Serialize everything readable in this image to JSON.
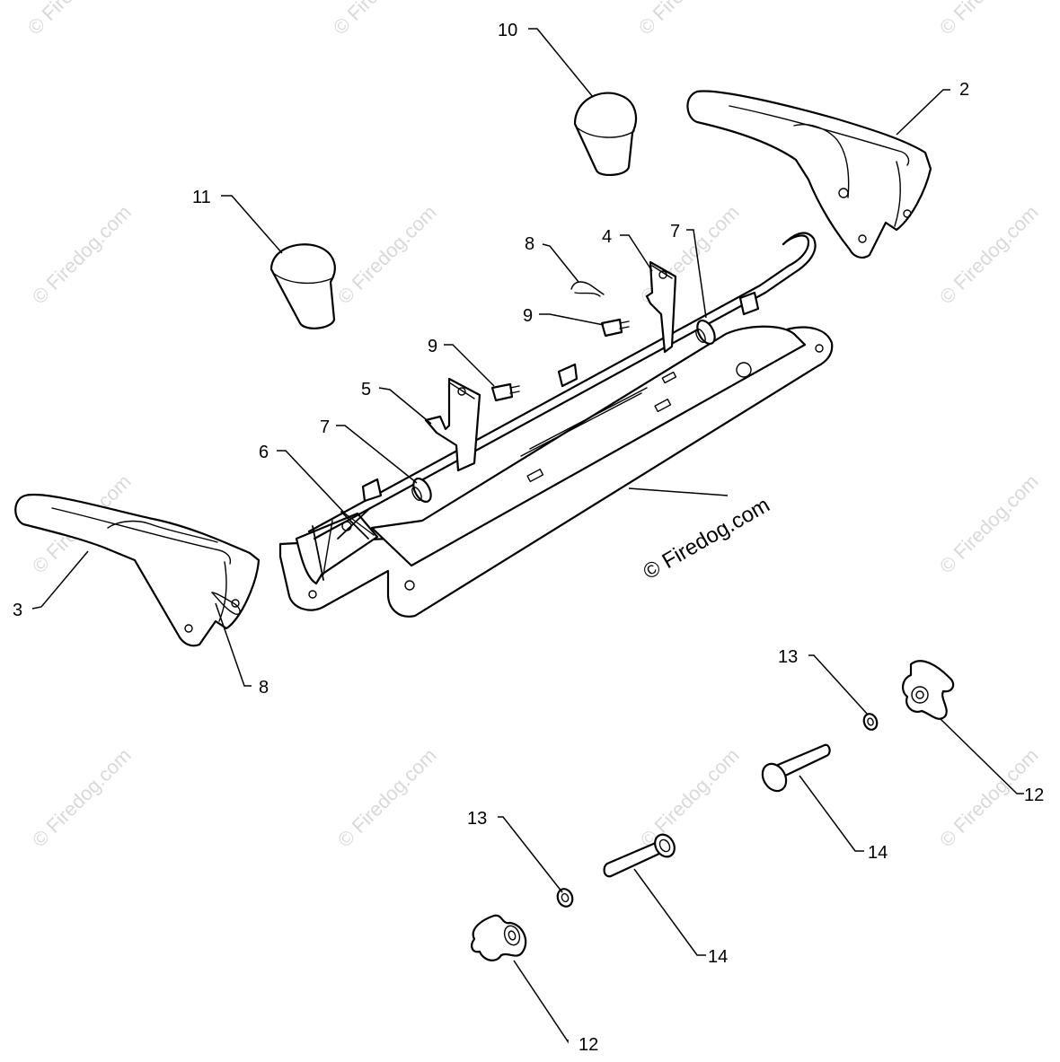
{
  "watermark": {
    "text": "© Firedog.com",
    "center_text": "© Firedog.com",
    "color": "#d9d9d9"
  },
  "callouts": {
    "c2": "2",
    "c3": "3",
    "c4": "4",
    "c5": "5",
    "c6": "6",
    "c7a": "7",
    "c7b": "7",
    "c8a": "8",
    "c8b": "8",
    "c9a": "9",
    "c9b": "9",
    "c10": "10",
    "c11": "11",
    "c12a": "12",
    "c12b": "12",
    "c13a": "13",
    "c13b": "13",
    "c14a": "14",
    "c14b": "14"
  }
}
